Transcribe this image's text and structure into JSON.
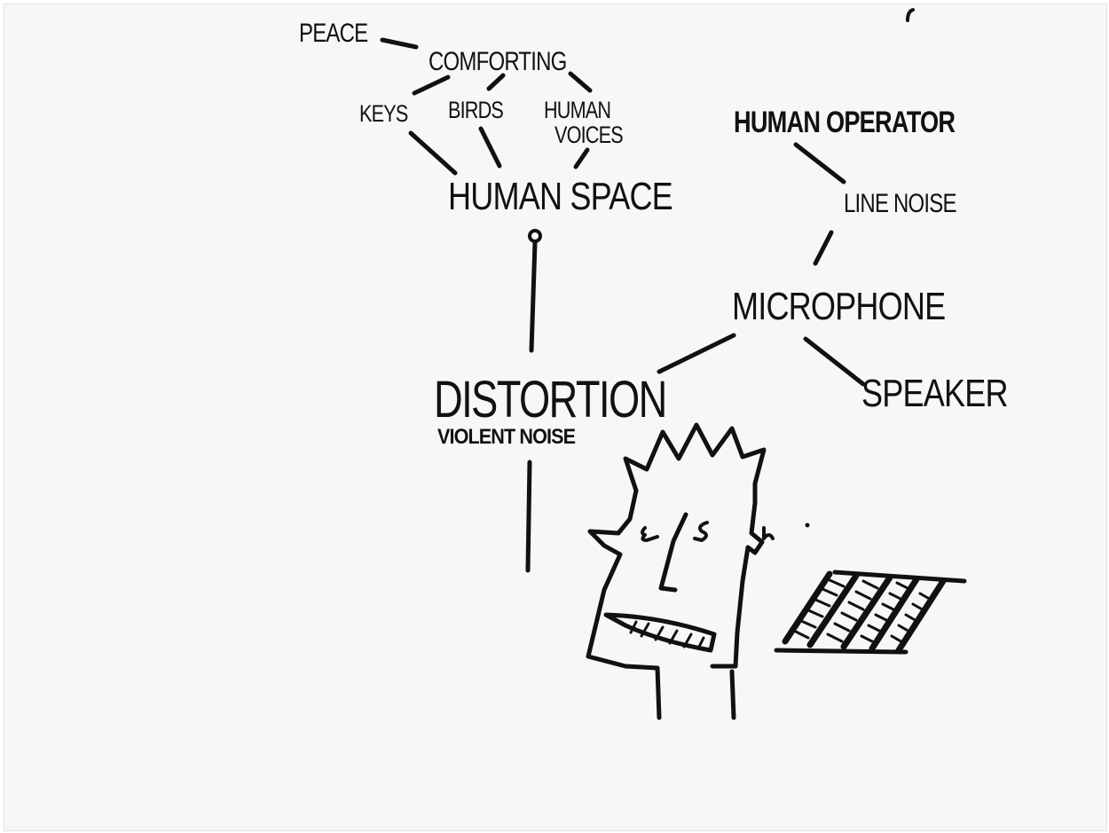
{
  "diagram": {
    "nodes": {
      "peace": "PEACE",
      "comforting": "COMFORTING",
      "keys": "KEYS",
      "birds": "BIRDS",
      "human_voices_line1": "HUMAN",
      "human_voices_line2": "VOICES",
      "human_space": "HUMAN SPACE",
      "distortion": "DISTORTION",
      "violent_noise": "VIOLENT NOISE",
      "human_operator": "HUMAN OPERATOR",
      "line_noise": "LINE NOISE",
      "microphone": "MICROPHONE",
      "speaker": "SPEAKER"
    },
    "edges": [
      [
        "peace",
        "comforting"
      ],
      [
        "comforting",
        "keys"
      ],
      [
        "comforting",
        "birds"
      ],
      [
        "comforting",
        "human_voices"
      ],
      [
        "keys",
        "human_space"
      ],
      [
        "birds",
        "human_space"
      ],
      [
        "human_voices",
        "human_space"
      ],
      [
        "human_space",
        "distortion"
      ],
      [
        "distortion",
        "microphone"
      ],
      [
        "human_operator",
        "line_noise"
      ],
      [
        "line_noise",
        "microphone"
      ],
      [
        "microphone",
        "speaker"
      ]
    ],
    "illustrations": [
      "screaming-face-drawing",
      "speaker-grille-drawing"
    ],
    "ink_color": "#111111",
    "paper_color": "#f7f7f7"
  }
}
